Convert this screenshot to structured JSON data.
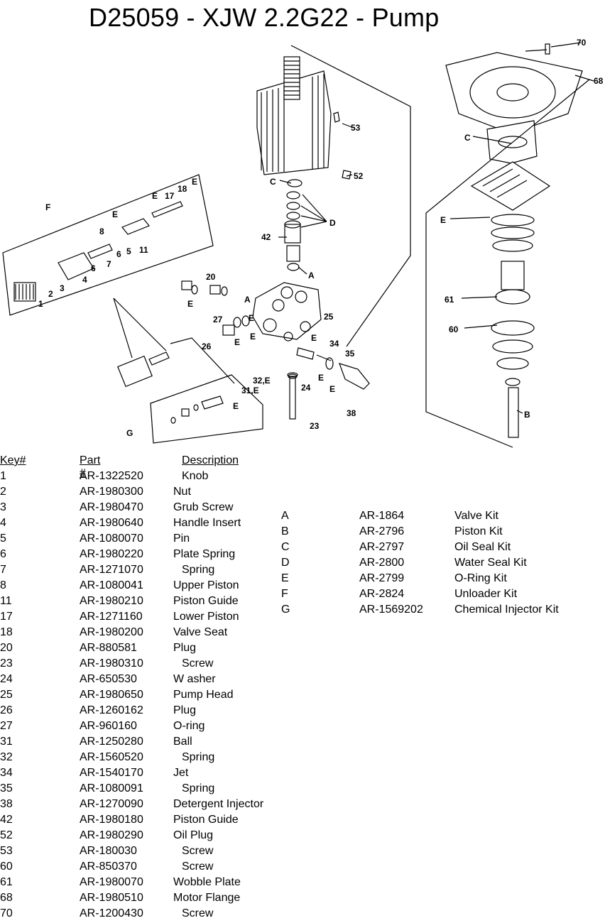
{
  "title": "D25059 - XJW 2.2G22 - Pump",
  "callouts": [
    "70",
    "68",
    "53",
    "52",
    "C",
    "C",
    "D",
    "42",
    "A",
    "E",
    "61",
    "60",
    "B",
    "F",
    "E",
    "E",
    "17",
    "18",
    "E",
    "8",
    "6",
    "5",
    "11",
    "7",
    "6",
    "4",
    "3",
    "2",
    "1",
    "20",
    "E",
    "A",
    "E",
    "25",
    "27",
    "E",
    "E",
    "26",
    "34",
    "E",
    "35",
    "E",
    "E",
    "24",
    "38",
    "32,E",
    "31,E",
    "E",
    "23",
    "G"
  ],
  "parts_table": {
    "headers": {
      "key": "Key#",
      "part": "Part #",
      "description": "Description"
    },
    "rows": [
      {
        "key": "1",
        "part": "AR-1322520",
        "description": "Knob"
      },
      {
        "key": "2",
        "part": "AR-1980300",
        "description": "Nut"
      },
      {
        "key": "3",
        "part": "AR-1980470",
        "description": "Grub Screw"
      },
      {
        "key": "4",
        "part": "AR-1980640",
        "description": "Handle Insert"
      },
      {
        "key": "5",
        "part": "AR-1080070",
        "description": "Pin"
      },
      {
        "key": "6",
        "part": "AR-1980220",
        "description": "Plate Spring"
      },
      {
        "key": "7",
        "part": "AR-1271070",
        "description": "Spring"
      },
      {
        "key": "8",
        "part": "AR-1080041",
        "description": "Upper Piston"
      },
      {
        "key": "11",
        "part": "AR-1980210",
        "description": "Piston Guide"
      },
      {
        "key": "17",
        "part": "AR-1271160",
        "description": "Lower Piston"
      },
      {
        "key": "18",
        "part": "AR-1980200",
        "description": "Valve Seat"
      },
      {
        "key": "20",
        "part": "AR-880581",
        "description": "Plug"
      },
      {
        "key": "23",
        "part": "AR-1980310",
        "description": "Screw"
      },
      {
        "key": "24",
        "part": "AR-650530",
        "description": "W asher"
      },
      {
        "key": "25",
        "part": "AR-1980650",
        "description": "Pump Head"
      },
      {
        "key": "26",
        "part": "AR-1260162",
        "description": "Plug"
      },
      {
        "key": "27",
        "part": "AR-960160",
        "description": "O-ring"
      },
      {
        "key": "31",
        "part": "AR-1250280",
        "description": "Ball"
      },
      {
        "key": "32",
        "part": "AR-1560520",
        "description": "Spring"
      },
      {
        "key": "34",
        "part": "AR-1540170",
        "description": "Jet"
      },
      {
        "key": "35",
        "part": "AR-1080091",
        "description": "Spring"
      },
      {
        "key": "38",
        "part": "AR-1270090",
        "description": "Detergent Injector"
      },
      {
        "key": "42",
        "part": "AR-1980180",
        "description": "Piston Guide"
      },
      {
        "key": "52",
        "part": "AR-1980290",
        "description": "Oil Plug"
      },
      {
        "key": "53",
        "part": "AR-180030",
        "description": "Screw"
      },
      {
        "key": "60",
        "part": "AR-850370",
        "description": "Screw"
      },
      {
        "key": "61",
        "part": "AR-1980070",
        "description": "Wobble Plate"
      },
      {
        "key": "68",
        "part": "AR-1980510",
        "description": "Motor Flange"
      },
      {
        "key": "70",
        "part": "AR-1200430",
        "description": "Screw"
      }
    ]
  },
  "kits": [
    {
      "key": "A",
      "part": "AR-1864",
      "description": "Valve Kit"
    },
    {
      "key": "B",
      "part": "AR-2796",
      "description": "Piston Kit"
    },
    {
      "key": "C",
      "part": "AR-2797",
      "description": "Oil Seal Kit"
    },
    {
      "key": "D",
      "part": "AR-2800",
      "description": "Water Seal Kit"
    },
    {
      "key": "E",
      "part": "AR-2799",
      "description": "O-Ring Kit"
    },
    {
      "key": "F",
      "part": "AR-2824",
      "description": "Unloader Kit"
    },
    {
      "key": "G",
      "part": "AR-1569202",
      "description": "Chemical Injector Kit"
    }
  ]
}
